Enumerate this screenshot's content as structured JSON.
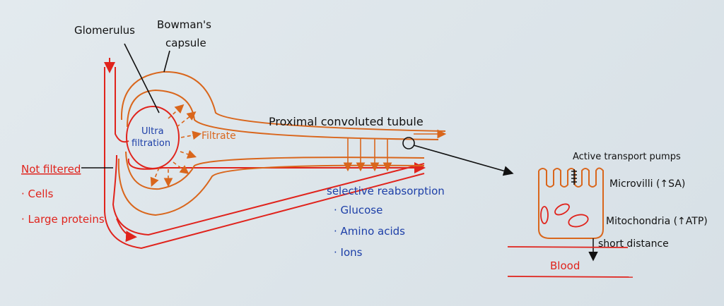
{
  "labels": {
    "glomerulus": "Glomerulus",
    "bowmans_1": "Bowman's",
    "bowmans_2": "capsule",
    "ultra_1": "Ultra",
    "ultra_2": "filtration",
    "filtrate": "Filtrate",
    "pct": "Proximal convoluted tubule",
    "not_filtered": "Not filtered",
    "not_filtered_items": [
      "· Cells",
      "· Large proteins"
    ],
    "selective": "selective reabsorption",
    "reabsorbed_items": [
      "· Glucose",
      "· Amino acids",
      "· Ions"
    ],
    "pumps": "Active transport pumps",
    "microvilli": "Microvilli (↑SA)",
    "mitochondria": "Mitochondria (↑ATP)",
    "short_distance": "short distance",
    "blood": "Blood"
  },
  "colors": {
    "vessel": "#e0231c",
    "capsule": "#d9661c",
    "ink": "#111111",
    "blue_ink": "#1d3fa8"
  }
}
